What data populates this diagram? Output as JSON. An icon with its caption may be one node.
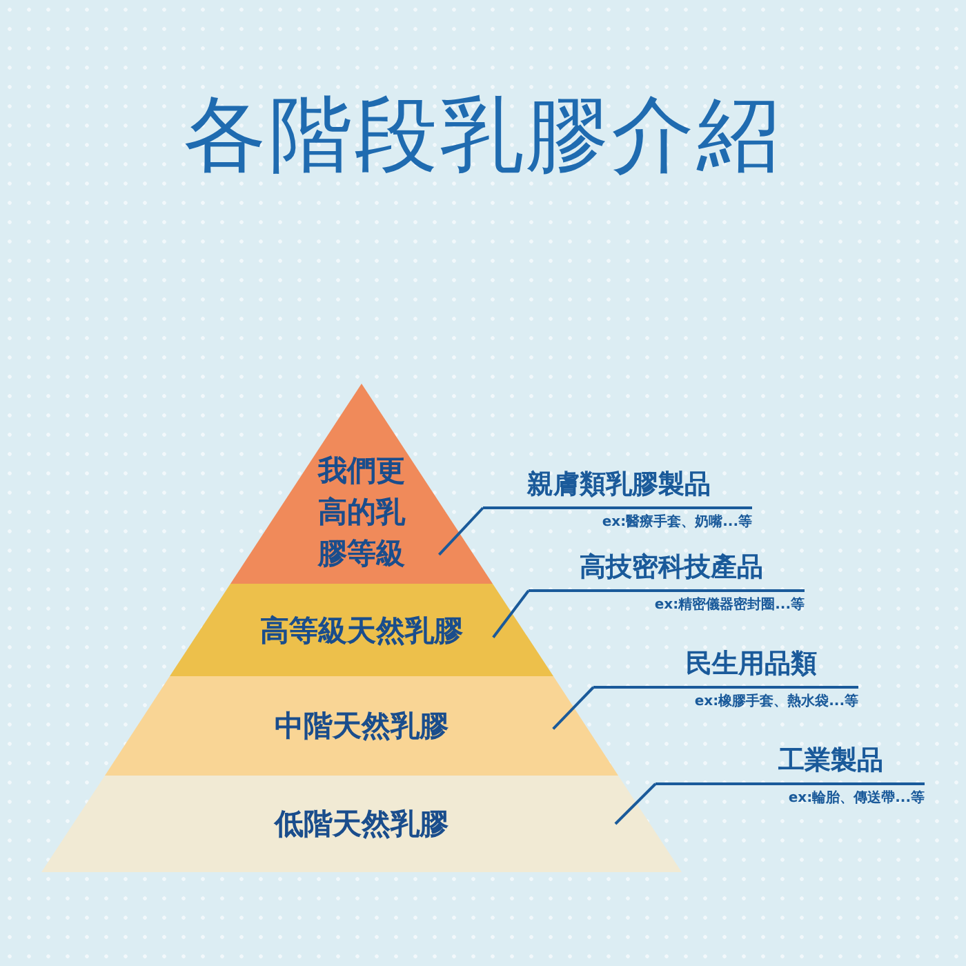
{
  "diagram": {
    "title": "各階段乳膠介紹",
    "nodes": [
      {
        "text": [
          "我們更高的乳膠等級"
        ]
      },
      {
        "text": [
          "高等級天然乳膠"
        ]
      },
      {
        "text": [
          "中階天然乳膠"
        ]
      },
      {
        "text": [
          "低階天然乳膠"
        ]
      },
      {
        "text": [
          "親膚類乳膠製品",
          "ex:醫療手套、奶嘴...等"
        ]
      },
      {
        "text": [
          "高技密科技產品",
          "ex:精密儀器密封圈...等"
        ]
      },
      {
        "text": [
          "民生用品類",
          "ex:橡膠手套、熱水袋...等"
        ]
      },
      {
        "text": [
          "工業製品",
          "ex:輪胎、傳送帶...等"
        ]
      }
    ],
    "edges": [
      {
        "from": 4,
        "to": 0,
        "arrow": "none"
      },
      {
        "from": 5,
        "to": 1,
        "arrow": "none"
      },
      {
        "from": 6,
        "to": 2,
        "arrow": "none"
      },
      {
        "from": 7,
        "to": 3,
        "arrow": "none"
      }
    ]
  }
}
